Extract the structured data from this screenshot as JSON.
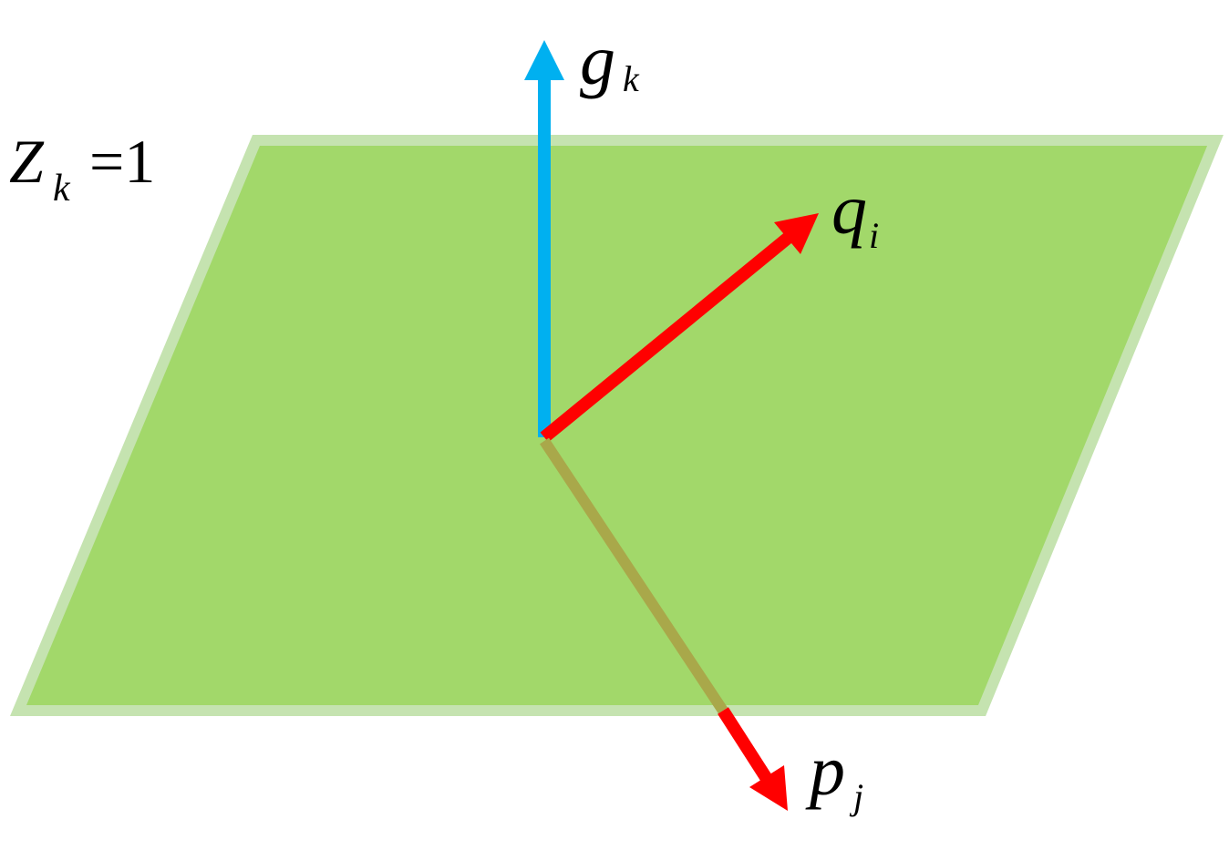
{
  "labels": {
    "plane_symbol": "Z",
    "plane_subscript": "k",
    "plane_equals": "=1",
    "g_symbol": "g",
    "g_subscript": "k",
    "q_symbol": "q",
    "q_subscript": "i",
    "p_symbol": "p",
    "p_subscript": "j"
  },
  "colors": {
    "plane_fill": "#a2d86a",
    "plane_border": "#c5e3b0",
    "g_vector": "#00b0f0",
    "q_vector": "#ff0000",
    "p_vector": "#ff0000",
    "p_vector_under_plane": "#a9a84a"
  }
}
